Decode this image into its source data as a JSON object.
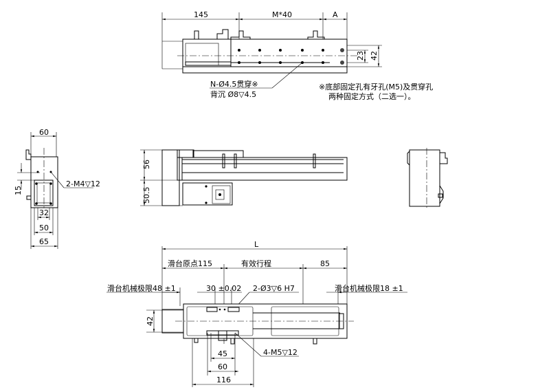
{
  "top_view": {
    "dim_145": "145",
    "dim_pitch": "M*40",
    "dim_a": "A",
    "dim_23": "23",
    "dim_42": "42",
    "hole_note_1": "N-Ø4.5贯穿※",
    "hole_note_2": "背沉 Ø8▽4.5",
    "mount_note_1": "※底部固定孔有牙孔(M5)及贯穿孔",
    "mount_note_2": "两种固定方式（二选一）。"
  },
  "side_view": {
    "dim_60": "60",
    "dim_15": "15",
    "dim_32": "32",
    "dim_50": "50",
    "dim_65": "65",
    "thread_note": "2-M4▽12"
  },
  "front_view": {
    "dim_56": "56",
    "dim_50_5": "50.5"
  },
  "bottom_view": {
    "dim_L": "L",
    "origin_label": "滑台原点115",
    "stroke_label": "有效行程",
    "dim_85": "85",
    "limit_left": "滑台机械极限48 ±1",
    "pin_spacing": "30 ±0.02",
    "pin_note": "2-Ø3▽6 H7",
    "limit_right": "滑台机械极限18 ±1",
    "dim_42": "42",
    "thread_note": "4-M5▽12",
    "dim_45": "45",
    "dim_60": "60",
    "dim_116": "116"
  }
}
